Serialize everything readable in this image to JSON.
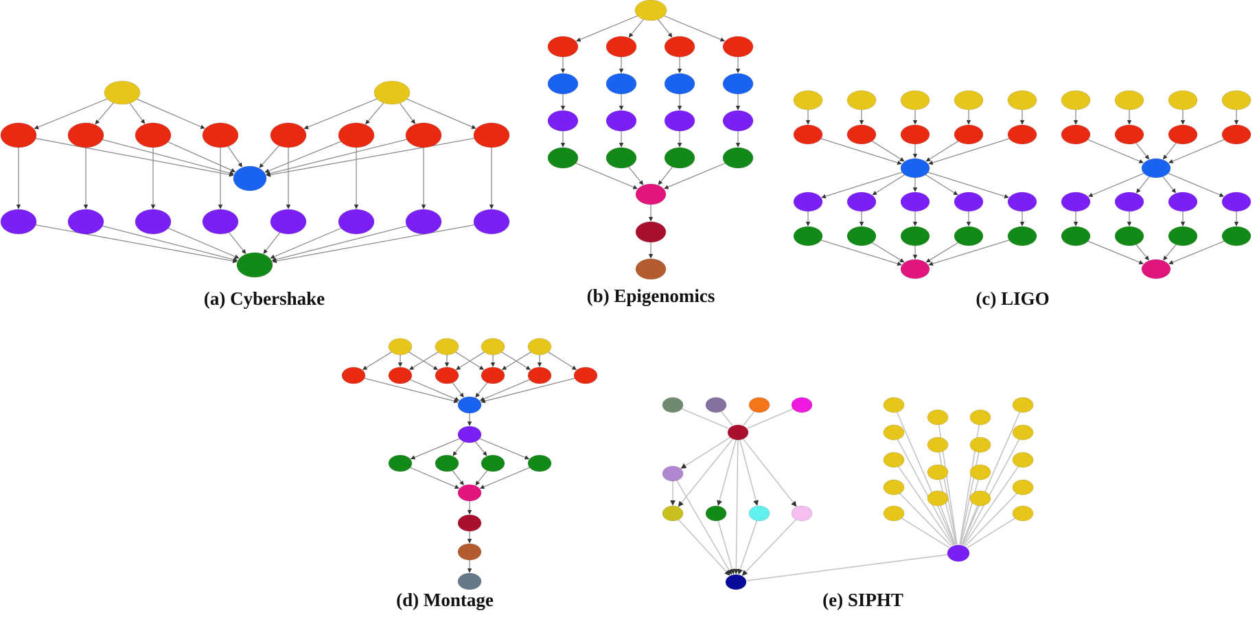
{
  "figure": {
    "captions": {
      "cybershake": "(a) Cybershake",
      "epigenomics": "(b) Epigenomics",
      "ligo": "(c) LIGO",
      "montage": "(d) Montage",
      "sipht": "(e) SIPHT"
    }
  },
  "colors": {
    "yellow": "#e6c61a",
    "red": "#e82a13",
    "blue": "#1a63f0",
    "purple": "#7a1ff5",
    "green": "#138a18",
    "magenta": "#e0157d",
    "maroon": "#a8102e",
    "brown": "#b35c30",
    "slate": "#667788",
    "grey_green": "#6f8a6f",
    "grey_purple": "#8570a0",
    "orange": "#f5761a",
    "pink": "#f019e0",
    "lavender": "#b088d0",
    "olive": "#c8c020",
    "cyan": "#60f0f0",
    "light_pink": "#f5c0f0",
    "navy": "#0a0a9a",
    "edge": "#8c8c8c"
  }
}
